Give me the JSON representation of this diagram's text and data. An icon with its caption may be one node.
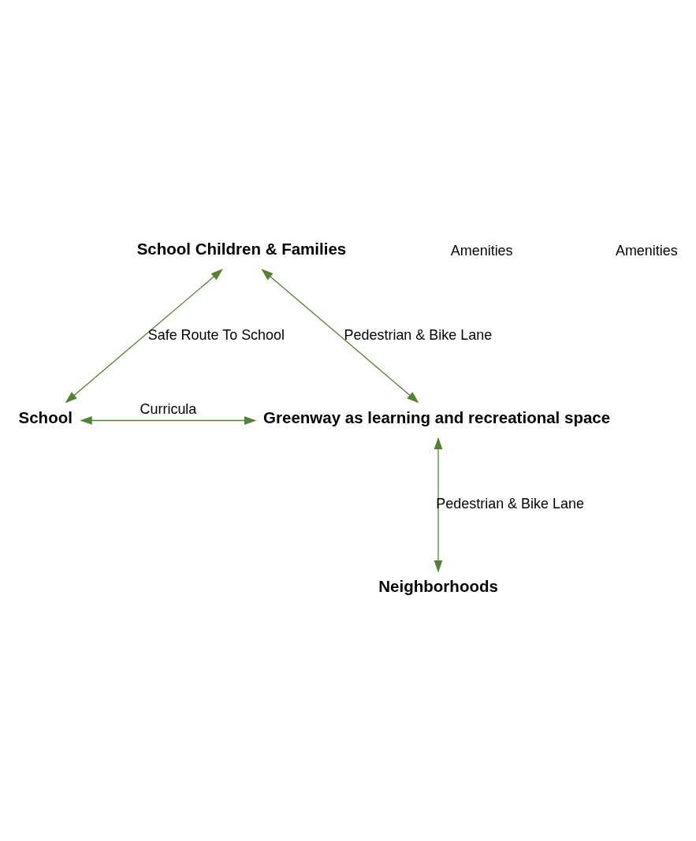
{
  "diagram": {
    "nodes": [
      {
        "text": [
          "School Children & Families"
        ]
      },
      {
        "text": [
          "School"
        ]
      },
      {
        "text": [
          "Greenway as learning and recreational space"
        ]
      },
      {
        "text": [
          "Neighborhoods"
        ]
      }
    ],
    "edges": [
      {
        "from": 0,
        "to": 1,
        "arrow": "both",
        "label": "Safe Route To School"
      },
      {
        "from": 0,
        "to": 2,
        "arrow": "both",
        "label": "Pedestrian & Bike Lane"
      },
      {
        "from": 1,
        "to": 2,
        "arrow": "both",
        "label": "Curricula"
      },
      {
        "from": 2,
        "to": 3,
        "arrow": "both",
        "label": "Pedestrian & Bike Lane"
      }
    ],
    "labels": [
      "Amenities",
      "Amenities"
    ]
  }
}
